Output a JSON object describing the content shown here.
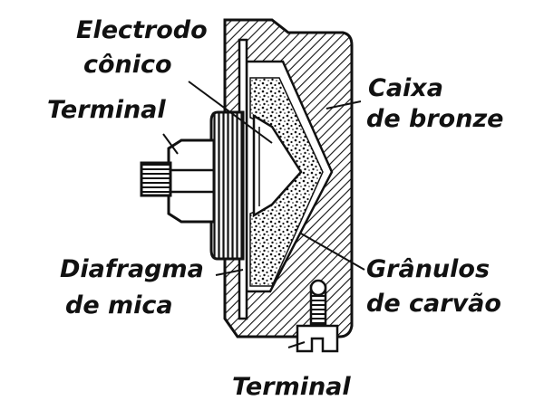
{
  "labels": {
    "electrodo_line1": "Electrodo",
    "electrodo_line2": "cônico",
    "terminal_top": "Terminal",
    "caixa_line1": "Caixa",
    "caixa_line2": "de bronze",
    "diafragma_line1": "Diafragma",
    "diafragma_line2": "de mica",
    "granulos_line1": "Grânulos",
    "granulos_line2": "de carvão",
    "terminal_bottom": "Terminal"
  },
  "colors": {
    "ink": "#111111",
    "paper": "#ffffff"
  }
}
